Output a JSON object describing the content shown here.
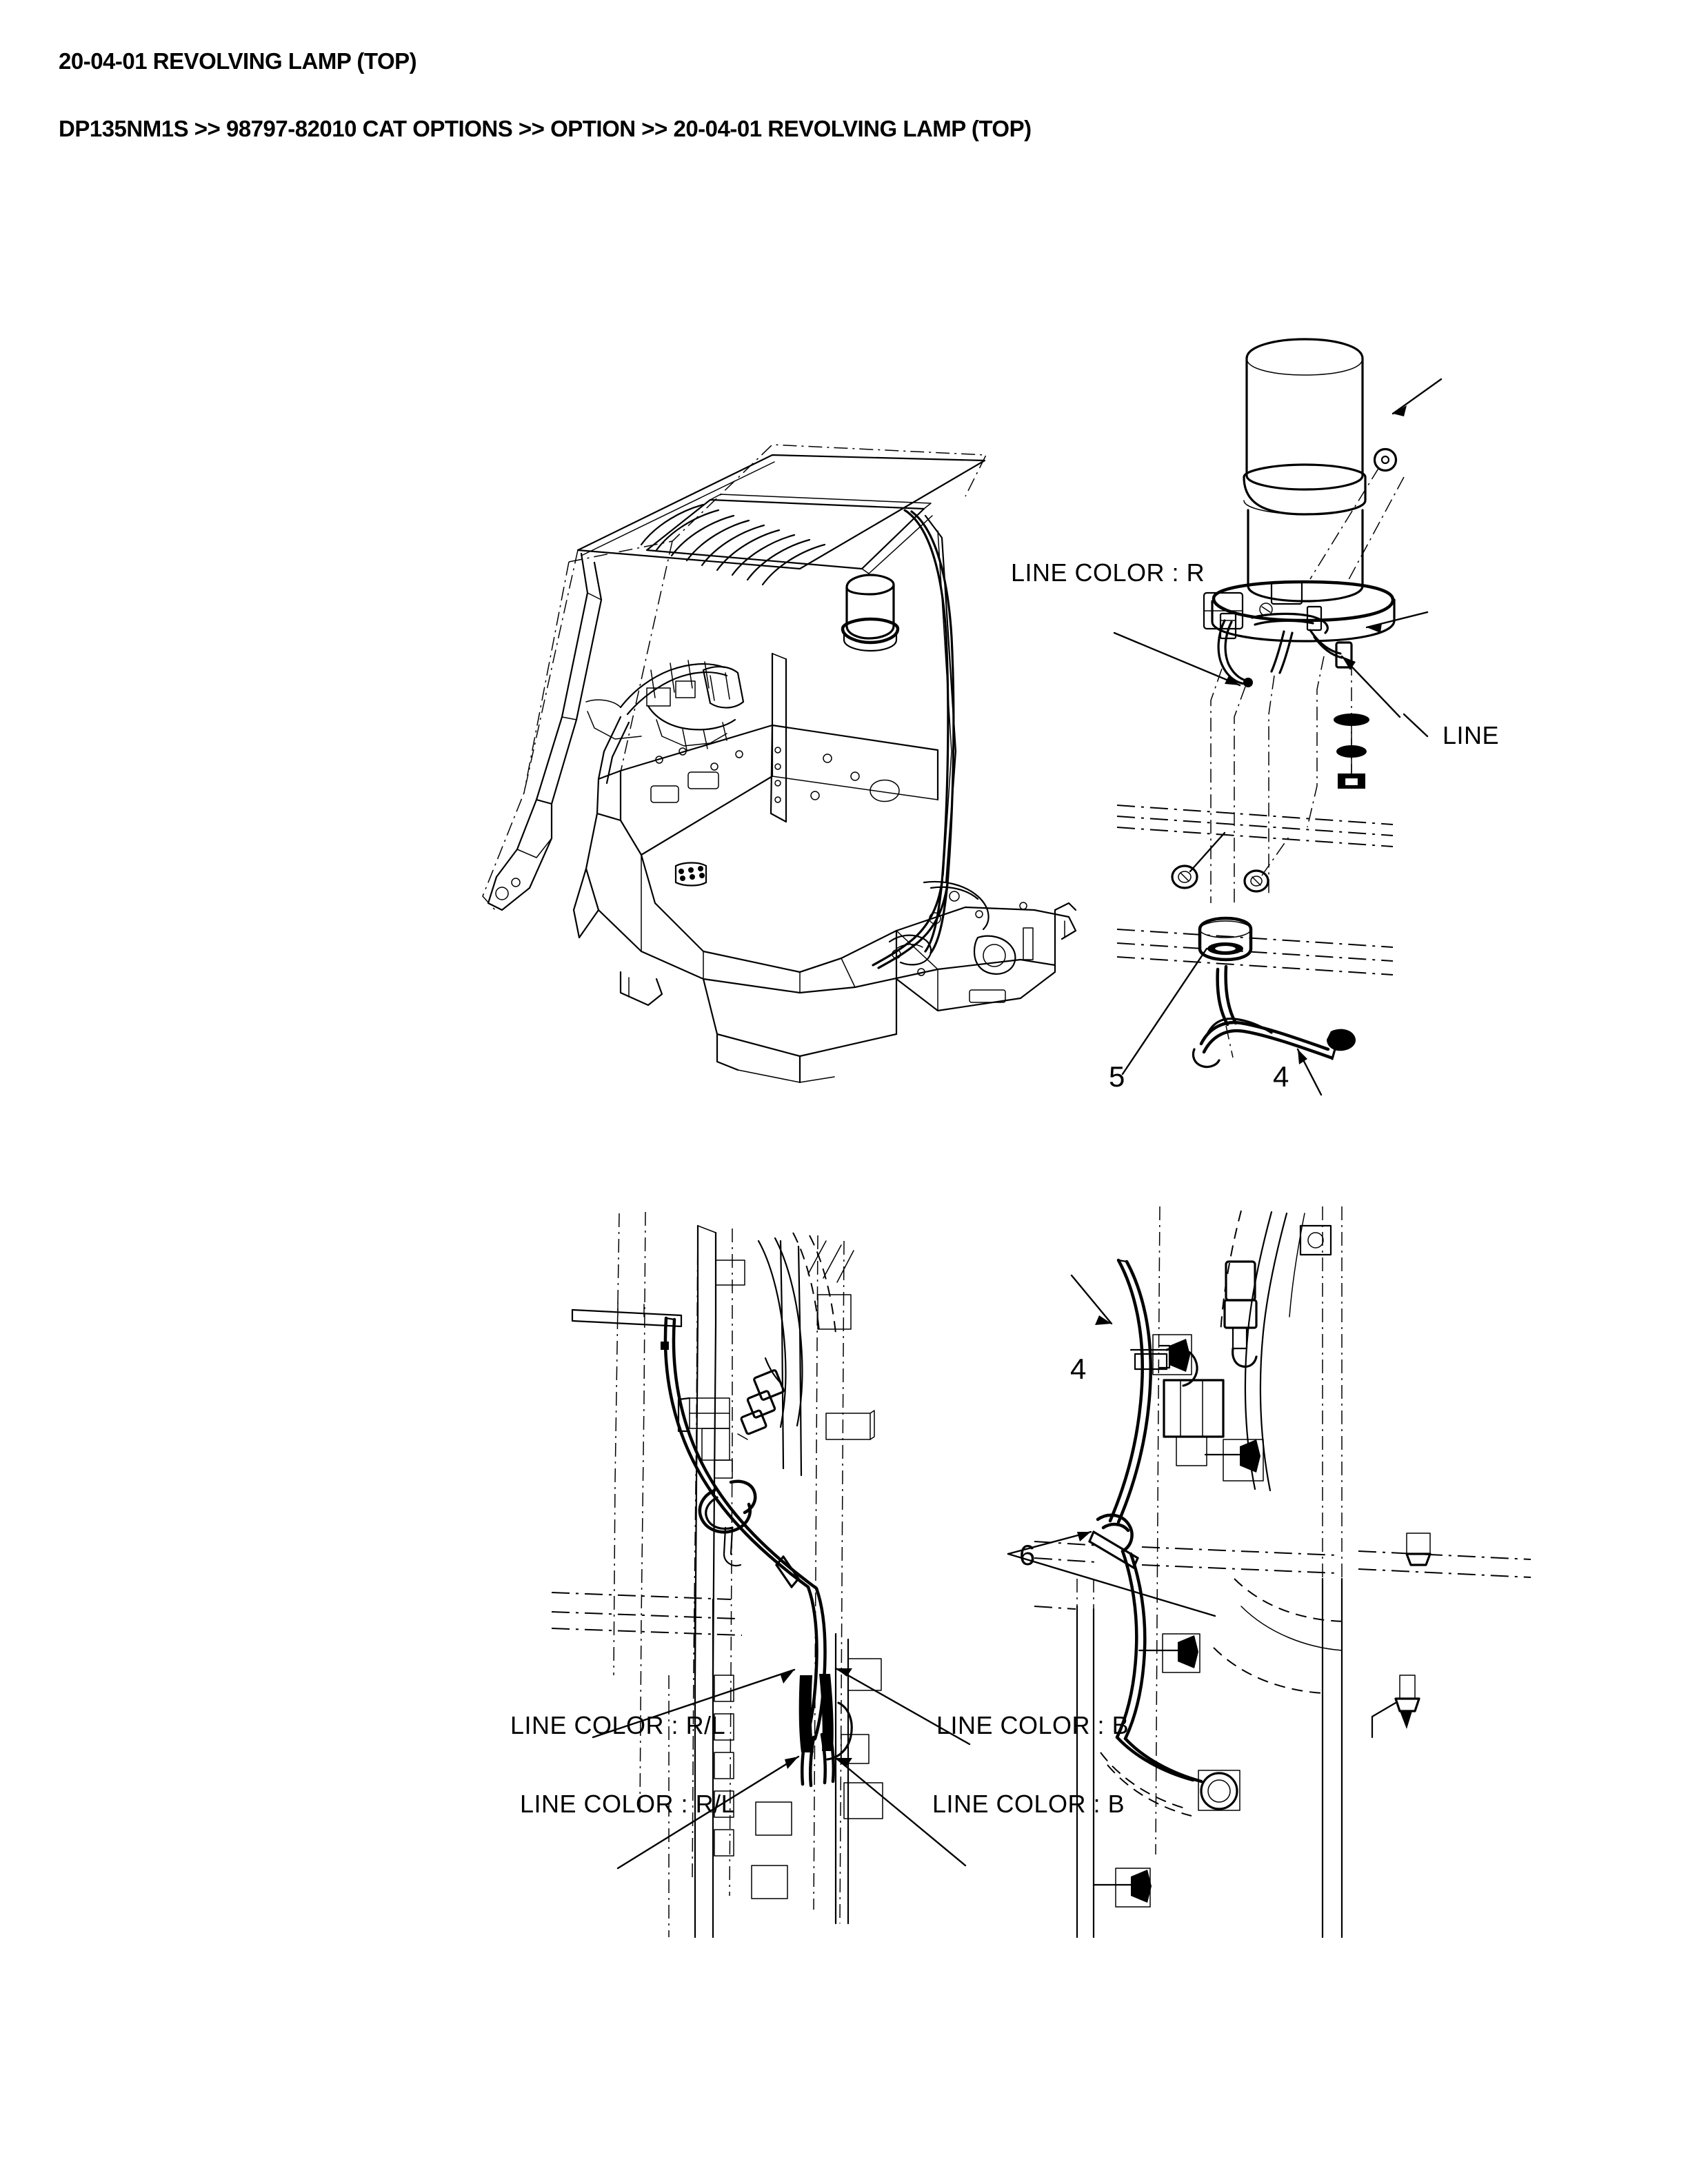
{
  "document": {
    "page_title": "20-04-01 REVOLVING LAMP (TOP)",
    "breadcrumb": "DP135NM1S >> 98797-82010 CAT OPTIONS >> OPTION >> 20-04-01 REVOLVING LAMP (TOP)"
  },
  "figures": {
    "cab_overview": {
      "name": "operator-cab-assembly-overview"
    },
    "lamp_detail": {
      "name": "revolving-lamp-mounting-detail",
      "annotations": [
        {
          "id": "line_color_r",
          "text": "LINE COLOR : R"
        },
        {
          "id": "line_truncated",
          "text": "LINE"
        }
      ],
      "callouts": [
        {
          "id": "callout_5",
          "number": "5"
        },
        {
          "id": "callout_4",
          "number": "4"
        }
      ]
    },
    "harness_left": {
      "name": "harness-routing-left-detail",
      "annotations": [
        {
          "id": "lc_rl_1",
          "text": "LINE COLOR : R/L"
        },
        {
          "id": "lc_rl_2",
          "text": "LINE COLOR : R/L"
        },
        {
          "id": "lc_b_1",
          "text": "LINE COLOR : B"
        },
        {
          "id": "lc_b_2",
          "text": "LINE COLOR : B"
        }
      ]
    },
    "harness_right": {
      "name": "harness-routing-right-detail",
      "callouts": [
        {
          "id": "callout_4b",
          "number": "4"
        },
        {
          "id": "callout_6",
          "number": "6"
        }
      ]
    }
  },
  "colors": {
    "ink": "#000000",
    "paper": "#ffffff"
  }
}
